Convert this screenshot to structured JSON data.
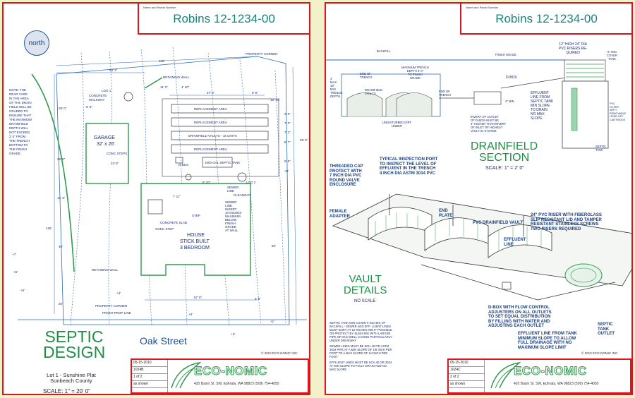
{
  "colors": {
    "border": "#e0141e",
    "green": "#2f9b4e",
    "blue": "#2a6ab5",
    "teal": "#15857f",
    "background": "#f3f1c9"
  },
  "sheet1": {
    "title_block": {
      "tiny": "Name and Parcel Number",
      "project": "Robins  12-1234-00"
    },
    "north": "north",
    "design_title": "SEPTIC DESIGN",
    "lot_info": [
      "Lot 1 - Sunshine Plat",
      "Sunbeach County"
    ],
    "scale": "SCALE: 1\" = 20' 0\"",
    "street": "Oak Street",
    "copyright": "© 2010 ECO-NOMIC INC.",
    "tb_cells": [
      "05-15-2010",
      "1024B",
      "1 of 2",
      "as shown"
    ],
    "logo": "ECO-NOMIC",
    "address": "420 Basin St. SW, Ephrata, WA 98823 (509) 754-4050",
    "labels": {
      "garage": "GARAGE",
      "garage_size": "32' x 26'",
      "house": [
        "HOUSE",
        "STICK BUILT",
        "3 BEDROOM"
      ],
      "note": [
        "NOTE: THE",
        "REAR YARD",
        "IN THE AREA",
        "OF THE DRAIN",
        "FIELD WILL BE",
        "GRADED TO",
        "ENSURE THAT",
        "THE MAXIMUM",
        "DRAINFIELD",
        "DEPTH WILL",
        "NOT EXCEED",
        "2' 0\" FROM",
        "THE TRENCH",
        "BOTTOM TO",
        "THE FINISH",
        "GRADE"
      ],
      "retaining_wall_top": "RETAINING WALL",
      "retaining_wall_left": "RETAINING WALL",
      "property_corner_top": "PROPERTY CORNER",
      "property_corner_bottom": "PROPERTY CORNER",
      "front_prop_line": "FRONT PROP LINE",
      "log1": "LOG 1",
      "log2": "LOG 2",
      "concrete_walkway": [
        "CONCRETE",
        "WALKWAY"
      ],
      "conc_steps": "CONC STEPS",
      "dbox": "D-BOX",
      "septic_tank": "1000 GAL SEPTIC TANK",
      "sewer_line": [
        "SEWER",
        "LINE"
      ],
      "cleanout": "CLEANOUT",
      "concrete_slab": "CONCRETE SLAB",
      "conc_step": "CONC STEP",
      "step": "STEP",
      "sewer_note": [
        "SEWER",
        "LINE",
        "INSERT",
        "10 INCHES",
        "MAXIMUM",
        "BELOW",
        "FINISH",
        "GRADE",
        "AT WALL"
      ],
      "replacement_area": "REPLACEMENT AREA",
      "drainfield_vaults": "DRAINFIELD VAULTS - 16 UNITS",
      "dims": [
        "53' 1\"",
        "100'",
        "11' 2\"",
        "4' 10\"",
        "37' 5\"",
        "9' 6\"",
        "15' 10\"",
        "28' 0\"",
        "5' 8\"",
        "32' 0\"",
        "24' 8\"",
        "14' 3\"",
        "125'",
        "40'",
        "20'",
        "57' 6\"",
        "50'",
        "56' 6\"",
        "6' 6\"",
        "7' 11\"",
        "8' 10\"",
        "3' 0\"",
        "7' 0\"",
        "7' 1\"",
        "5' 7\"",
        "6' 8\"",
        "+8'",
        "+7'",
        "+6'",
        "+5'",
        "+4'",
        "+3'",
        "+2'",
        "+1'"
      ]
    }
  },
  "sheet2": {
    "title_block": {
      "tiny": "Name and Parcel Number",
      "project": "Robins  12-1234-00"
    },
    "drainfield_title": [
      "DRAINFIELD",
      "SECTION"
    ],
    "drainfield_scale": "SCALE: 1\" = 2' 0\"",
    "vault_title": [
      "VAULT",
      "DETAILS"
    ],
    "vault_scale": "NO SCALE",
    "copyright": "© 2010 ECO-NOMIC INC.",
    "tb_cells": [
      "05-15-2010",
      "1024C",
      "2 of 2",
      "as shown"
    ],
    "logo": "ECO-NOMIC",
    "address": "420 Basin St. SW, Ephrata, WA 98823 (509) 754-4050",
    "section_labels": {
      "backfill": "BACKFILL",
      "finish_grade": "FINISH GRADE",
      "max_trench": [
        "MAXIMUM TRENCH",
        "DEPTH 3' 0\"",
        "TO FINISH",
        "GRADE"
      ],
      "end_trench_left": [
        "END OF",
        "TRENCH"
      ],
      "end_trench_right": [
        "END OF",
        "TRENCH"
      ],
      "drainfield_vaults": [
        "DRAINFIELD",
        "VAULTS"
      ],
      "trench_depth": [
        "3'",
        "MAX",
        "18\"",
        "MIN",
        "TRENCH",
        "DEPTH"
      ],
      "undisturbed": [
        "UNDISTURBED DIRT",
        "UNDER"
      ],
      "dbox": "D-BOX",
      "invert_note": [
        "INVERT OF OUTLET",
        "OF D-BOX MUST BE",
        "4\" HIGHER THAN INVERT",
        "OF INLET OF HIGHEST",
        "VAULT IN SYSTEM"
      ],
      "effluent_note": [
        "EFFLUENT",
        "LINE FROM",
        "SEPTIC TANK",
        "MIN SLOPE",
        "TO DRAIN",
        "NO MAX",
        "SLOPE"
      ],
      "risers": [
        "12\" HIGH 24\" DIA",
        "PVC RISERS RE-",
        "QUIRED"
      ],
      "min_cover": [
        "6\" MIN",
        "COVER",
        "TANK"
      ],
      "pvc_filter": [
        "PVC",
        "FILTER",
        "WITH",
        "REMOVABLE",
        "HOSE-OFF",
        "CARTRIDGE"
      ],
      "septic_tank": [
        "SEPTIC",
        "TANK"
      ],
      "four_min": "4\" MIN"
    },
    "callouts": {
      "inspection_port": [
        "TYPICAL INSPECTION PORT",
        "TO INSPECT THE LEVEL OF",
        "EFFLUENT IN THE TRENCH",
        "4 INCH DIA ASTM 3034 PVC"
      ],
      "threaded_cap": [
        "THREADED CAP",
        "PROTECT WITH",
        "7 INCH DIA PVC",
        "ROUND VALVE",
        "ENCLOSURE"
      ],
      "female_adapter": [
        "FEMALE",
        "ADAPTER"
      ],
      "end_plate": [
        "END",
        "PLATE"
      ],
      "pvc_vault": "PVC DRAINFIELD VAULT",
      "riser_note": [
        "24\" PVC RISER WITH FIBERGLASS",
        "SLIP RESISTANT LID AND TAMPER",
        "RESISTANT STAINLESS SCREWS",
        "TWO RISERS REQUIRED"
      ],
      "effluent_line": [
        "EFFLUENT",
        "LINE"
      ],
      "dbox_note": [
        "D-BOX WITH FLOW CONTROL",
        "ADJUSTERS ON ALL OUTLETS",
        "TO SET EQUAL DISTRIBUTION",
        "BY FILLING WITH WATER AND",
        "ADJUSTING EACH OUTLET"
      ],
      "septic_outlet": [
        "SEPTIC",
        "TANK",
        "OUTLET"
      ],
      "effluent_tank": [
        "EFFLUENT LINE FROM TANK",
        "MINIMUM SLOPE TO ALLOW",
        "FULL DRAINAGE WITH NO",
        "MAXIMUM SLOPE LIMIT"
      ]
    },
    "notes": [
      "SEPTIC TANK MIN COVER 6 INCHES OF BACKFILL - SEWER AND EFF- LUENT LINES MUST BURY AT 12 INCHES MIN IF POSSIBLE OR PROTECT BY SLEEVING WITH LARGER PIPE OR OLD WELL CASING PARTICULARLY UNDER DRIVEWAY",
      "SEWER LINES MUST BE SCH 40 OR ASTM 3034 PIPE AT A MIN SLOPE OF 1/8 INCH PER FOOT TO A MAX SLOPE OF 1/4 INCH PER FOOT",
      "EFFLUENT LINES MUST BE SCH 40 OR 3034 AT MIN SLOPE TO FULLY DRAIN AND NO MAX SLOPE"
    ]
  }
}
